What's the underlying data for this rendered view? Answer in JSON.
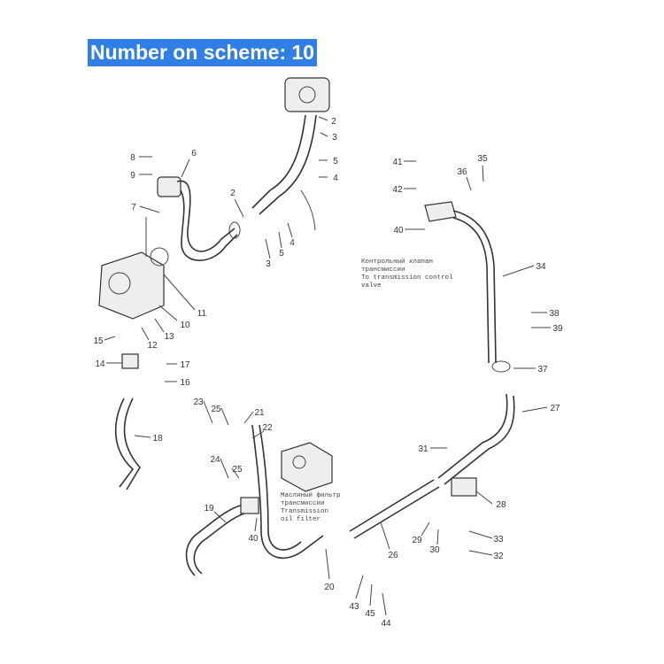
{
  "header": {
    "title": "Number on scheme: 10"
  },
  "notes": {
    "control_valve": [
      "Контрольный клапан",
      "трансмиссии",
      "To transmission control",
      "valve"
    ],
    "oil_filter": [
      "Масляный фильтр",
      "трансмиссии",
      "Transmission",
      "oil filter"
    ]
  },
  "callouts": [
    "2",
    "3",
    "5",
    "4",
    "6",
    "8",
    "9",
    "7",
    "2",
    "3",
    "5",
    "4",
    "11",
    "10",
    "13",
    "12",
    "15",
    "14",
    "17",
    "16",
    "18",
    "41",
    "42",
    "36",
    "35",
    "40",
    "34",
    "38",
    "39",
    "37",
    "27",
    "23",
    "25",
    "21",
    "22",
    "25",
    "24",
    "31",
    "28",
    "19",
    "40",
    "29",
    "30",
    "33",
    "32",
    "26",
    "20",
    "43",
    "45",
    "44"
  ]
}
